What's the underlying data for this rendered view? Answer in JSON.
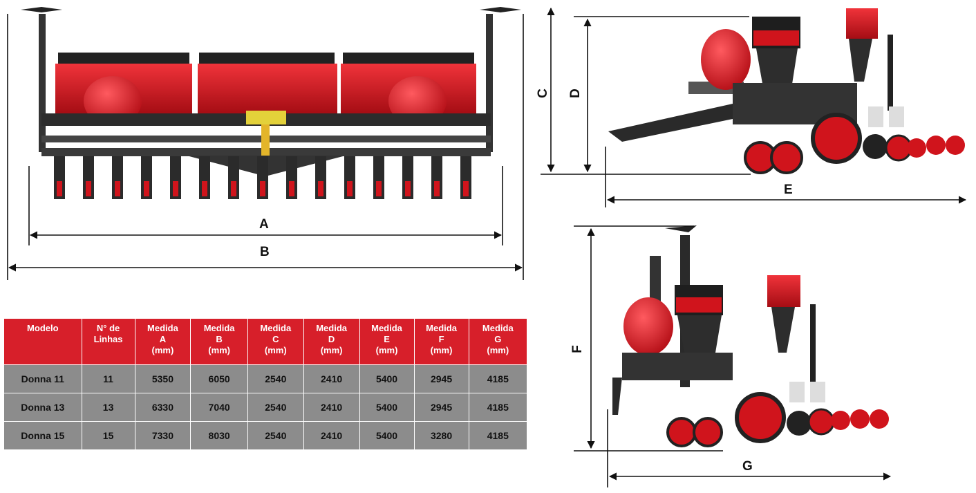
{
  "dimension_labels": {
    "A": "A",
    "B": "B",
    "C": "C",
    "D": "D",
    "E": "E",
    "F": "F",
    "G": "G"
  },
  "table": {
    "headers": [
      [
        "Modelo"
      ],
      [
        "N° de",
        "Linhas"
      ],
      [
        "Medida",
        "A",
        "(mm)"
      ],
      [
        "Medida",
        "B",
        "(mm)"
      ],
      [
        "Medida",
        "C",
        "(mm)"
      ],
      [
        "Medida",
        "D",
        "(mm)"
      ],
      [
        "Medida",
        "E",
        "(mm)"
      ],
      [
        "Medida",
        "F",
        "(mm)"
      ],
      [
        "Medida",
        "G",
        "(mm)"
      ]
    ],
    "rows": [
      [
        "Donna 11",
        "11",
        "5350",
        "6050",
        "2540",
        "2410",
        "5400",
        "2945",
        "4185"
      ],
      [
        "Donna 13",
        "13",
        "6330",
        "7040",
        "2540",
        "2410",
        "5400",
        "2945",
        "4185"
      ],
      [
        "Donna 15",
        "15",
        "7330",
        "8030",
        "2540",
        "2410",
        "5400",
        "3280",
        "4185"
      ]
    ]
  },
  "colors": {
    "header_bg": "#d71f2a",
    "row_bg": "#8c8c8c",
    "machine_red": "#d0141c",
    "machine_dark": "#2a2a2a"
  }
}
